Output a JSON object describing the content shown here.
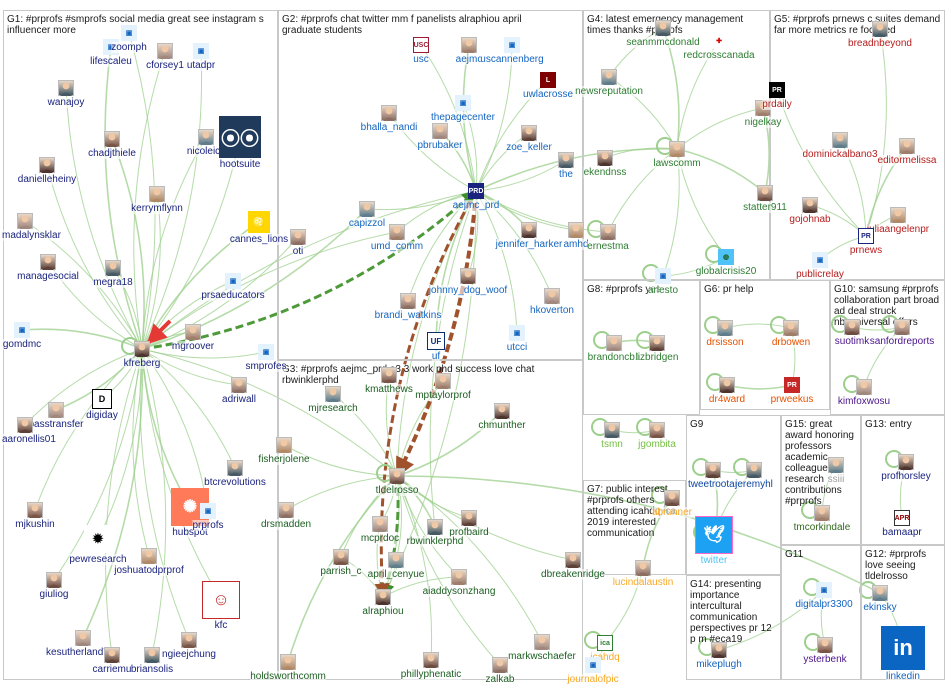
{
  "groups": [
    {
      "id": "G1",
      "title": "G1: #prprofs #smprofs social media great see instagram s influencer more"
    },
    {
      "id": "G2",
      "title": "G2: #prprofs chat twitter mm f panelists alraphiou april graduate students"
    },
    {
      "id": "G3",
      "title": "G3: #prprofs aejmc_prd a3 3 work phd success love chat rbwinklerphd"
    },
    {
      "id": "G4",
      "title": "G4: latest emergency management times thanks #prprofs"
    },
    {
      "id": "G5",
      "title": "G5: #prprofs prnews c suites demand far more metrics re focused"
    },
    {
      "id": "G6",
      "title": "G6: pr help"
    },
    {
      "id": "G7",
      "title": "G7: public interest #prprofs others attending icahdq ica 2019 interested communication"
    },
    {
      "id": "G8",
      "title": "G8: #prprofs yes"
    },
    {
      "id": "G9",
      "title": "G9"
    },
    {
      "id": "G10",
      "title": "G10: samsung #prprofs collaboration part broad ad deal struck nbcuniversal offers"
    },
    {
      "id": "G11",
      "title": "G11"
    },
    {
      "id": "G12",
      "title": "G12: #prprofs love seeing tldelrosso"
    },
    {
      "id": "G13",
      "title": "G13: entry"
    },
    {
      "id": "G14",
      "title": "G14: presenting importance intercultural communication perspectives pr 12 p m #eca19"
    },
    {
      "id": "G15",
      "title": "G15: great award honoring professors academic colleagues research contributions #prprofs"
    }
  ],
  "nodes": [
    {
      "label": "lifescaleu",
      "color": "#1a237e",
      "icon": "logo-icon"
    },
    {
      "label": "zoomph",
      "color": "#1a237e",
      "icon": "logo-icon"
    },
    {
      "label": "cforsey1",
      "color": "#1a237e",
      "icon": "avatar-icon"
    },
    {
      "label": "utadpr",
      "color": "#1a237e",
      "icon": "logo-icon"
    },
    {
      "label": "wanajoy",
      "color": "#1a237e",
      "icon": "avatar-icon"
    },
    {
      "label": "chadjthiele",
      "color": "#1a237e",
      "icon": "avatar-icon"
    },
    {
      "label": "nicoleicc",
      "color": "#1a237e",
      "icon": "avatar-icon"
    },
    {
      "label": "hootsuite",
      "color": "#1a237e",
      "icon": "owl-logo-icon"
    },
    {
      "label": "danielleheiny",
      "color": "#1a237e",
      "icon": "avatar-icon"
    },
    {
      "label": "kerrymflynn",
      "color": "#1a237e",
      "icon": "avatar-icon"
    },
    {
      "label": "cannes_lions",
      "color": "#1a237e",
      "icon": "lion-logo-icon"
    },
    {
      "label": "oti",
      "color": "#1a237e",
      "icon": "avatar-icon"
    },
    {
      "label": "madalynsklar",
      "color": "#1a237e",
      "icon": "avatar-icon"
    },
    {
      "label": "managesocial",
      "color": "#1a237e",
      "icon": "avatar-icon"
    },
    {
      "label": "megra18",
      "color": "#1a237e",
      "icon": "avatar-icon"
    },
    {
      "label": "prsaeducators",
      "color": "#1a237e",
      "icon": "logo-icon"
    },
    {
      "label": "gomdmc",
      "color": "#1a237e",
      "icon": "logo-icon"
    },
    {
      "label": "mgroover",
      "color": "#1a237e",
      "icon": "avatar-icon"
    },
    {
      "label": "kfreberg",
      "color": "#1a237e",
      "icon": "avatar-icon"
    },
    {
      "label": "smprofes",
      "color": "#1a237e",
      "icon": "logo-icon"
    },
    {
      "label": "digiday",
      "color": "#1a237e",
      "icon": "d-logo-icon"
    },
    {
      "label": "adriwall",
      "color": "#1a237e",
      "icon": "avatar-icon"
    },
    {
      "label": "basstransfer",
      "color": "#1a237e",
      "icon": "avatar-icon"
    },
    {
      "label": "aaronellis01",
      "color": "#1a237e",
      "icon": "avatar-icon"
    },
    {
      "label": "btcrevolutions",
      "color": "#1a237e",
      "icon": "avatar-icon"
    },
    {
      "label": "mjkushin",
      "color": "#1a237e",
      "icon": "avatar-icon"
    },
    {
      "label": "pewresearch",
      "color": "#1a237e",
      "icon": "pew-logo-icon"
    },
    {
      "label": "hubspot",
      "color": "#1a237e",
      "icon": "hubspot-logo-icon"
    },
    {
      "label": "prprofs",
      "color": "#1a237e",
      "icon": "logo-icon"
    },
    {
      "label": "joshuatodprprof",
      "color": "#1a237e",
      "icon": "avatar-icon"
    },
    {
      "label": "giuliog",
      "color": "#1a237e",
      "icon": "avatar-icon"
    },
    {
      "label": "kfc",
      "color": "#1a237e",
      "icon": "kfc-logo-icon"
    },
    {
      "label": "kesutherland777",
      "color": "#1a237e",
      "icon": "avatar-icon"
    },
    {
      "label": "carriemu",
      "color": "#1a237e",
      "icon": "avatar-icon"
    },
    {
      "label": "briansolis",
      "color": "#1a237e",
      "icon": "avatar-icon"
    },
    {
      "label": "ngieejchung",
      "color": "#1a237e",
      "icon": "avatar-icon"
    },
    {
      "label": "usc",
      "color": "#1565c0",
      "icon": "usc-logo-icon"
    },
    {
      "label": "aejmc",
      "color": "#1565c0",
      "icon": "avatar-icon"
    },
    {
      "label": "uscannenberg",
      "color": "#1565c0",
      "icon": "logo-icon"
    },
    {
      "label": "uwlacrosse",
      "color": "#1565c0",
      "icon": "l-logo-icon"
    },
    {
      "label": "thepagecenter",
      "color": "#1565c0",
      "icon": "logo-icon"
    },
    {
      "label": "bhalla_nandi",
      "color": "#1565c0",
      "icon": "avatar-icon"
    },
    {
      "label": "pbrubaker",
      "color": "#1565c0",
      "icon": "avatar-icon"
    },
    {
      "label": "zoe_keller",
      "color": "#1565c0",
      "icon": "avatar-icon"
    },
    {
      "label": "the",
      "color": "#1565c0",
      "icon": "avatar-icon"
    },
    {
      "label": "aejmc_prd",
      "color": "#1565c0",
      "icon": "prd-logo-icon"
    },
    {
      "label": "capizzol",
      "color": "#1565c0",
      "icon": "avatar-icon"
    },
    {
      "label": "umd_comm",
      "color": "#1565c0",
      "icon": "avatar-icon"
    },
    {
      "label": "jennifer_harker",
      "color": "#1565c0",
      "icon": "avatar-icon"
    },
    {
      "label": "amhd",
      "color": "#1565c0",
      "icon": "avatar-icon"
    },
    {
      "label": "johnny_dog_woof",
      "color": "#1565c0",
      "icon": "avatar-icon"
    },
    {
      "label": "brandi_watkins",
      "color": "#1565c0",
      "icon": "avatar-icon"
    },
    {
      "label": "hkoverton",
      "color": "#1565c0",
      "icon": "avatar-icon"
    },
    {
      "label": "uf",
      "color": "#1565c0",
      "icon": "uf-logo-icon"
    },
    {
      "label": "utcci",
      "color": "#1565c0",
      "icon": "logo-icon"
    },
    {
      "label": "kmatthews",
      "color": "#1b5e20",
      "icon": "avatar-icon"
    },
    {
      "label": "mjresearch",
      "color": "#1b5e20",
      "icon": "avatar-icon"
    },
    {
      "label": "mptaylorprof",
      "color": "#1b5e20",
      "icon": "avatar-icon"
    },
    {
      "label": "chmunther",
      "color": "#1b5e20",
      "icon": "avatar-icon"
    },
    {
      "label": "fisherjolene",
      "color": "#1b5e20",
      "icon": "avatar-icon"
    },
    {
      "label": "tldelrosso",
      "color": "#1b5e20",
      "icon": "avatar-icon"
    },
    {
      "label": "drsmadden",
      "color": "#1b5e20",
      "icon": "avatar-icon"
    },
    {
      "label": "mcprdoc",
      "color": "#1b5e20",
      "icon": "avatar-icon"
    },
    {
      "label": "profbaird",
      "color": "#1b5e20",
      "icon": "avatar-icon"
    },
    {
      "label": "rbwinklerphd",
      "color": "#1b5e20",
      "icon": "avatar-icon"
    },
    {
      "label": "parrish_c",
      "color": "#1b5e20",
      "icon": "avatar-icon"
    },
    {
      "label": "april_cenyue",
      "color": "#1b5e20",
      "icon": "avatar-icon"
    },
    {
      "label": "aiaddysonzhang",
      "color": "#1b5e20",
      "icon": "avatar-icon"
    },
    {
      "label": "alraphiou",
      "color": "#1b5e20",
      "icon": "avatar-icon"
    },
    {
      "label": "holdsworthcomm",
      "color": "#1b5e20",
      "icon": "avatar-icon"
    },
    {
      "label": "phillyphenatic",
      "color": "#1b5e20",
      "icon": "avatar-icon"
    },
    {
      "label": "zalkab",
      "color": "#1b5e20",
      "icon": "avatar-icon"
    },
    {
      "label": "markwschaefer",
      "color": "#1b5e20",
      "icon": "avatar-icon"
    },
    {
      "label": "dbreakenridge",
      "color": "#1b5e20",
      "icon": "avatar-icon"
    },
    {
      "label": "seanmmcdonald",
      "color": "#2e7d32",
      "icon": "avatar-icon"
    },
    {
      "label": "redcrosscanada",
      "color": "#2e7d32",
      "icon": "redcross-icon"
    },
    {
      "label": "newsreputation",
      "color": "#2e7d32",
      "icon": "avatar-icon"
    },
    {
      "label": "nigelkay",
      "color": "#2e7d32",
      "icon": "avatar-icon"
    },
    {
      "label": "ekendnss",
      "color": "#2e7d32",
      "icon": "avatar-icon"
    },
    {
      "label": "lawscomm",
      "color": "#2e7d32",
      "icon": "avatar-icon"
    },
    {
      "label": "statter911",
      "color": "#2e7d32",
      "icon": "avatar-icon"
    },
    {
      "label": "ernestma",
      "color": "#2e7d32",
      "icon": "avatar-icon"
    },
    {
      "label": "arlesto",
      "color": "#2e7d32",
      "icon": "logo-icon"
    },
    {
      "label": "globalcrisis20",
      "color": "#2e7d32",
      "icon": "globe-icon"
    },
    {
      "label": "breadnbeyond",
      "color": "#b71c1c",
      "icon": "avatar-icon"
    },
    {
      "label": "prdaily",
      "color": "#b71c1c",
      "icon": "prdaily-logo-icon"
    },
    {
      "label": "dominickalbano3",
      "color": "#b71c1c",
      "icon": "avatar-icon"
    },
    {
      "label": "editormelissa",
      "color": "#b71c1c",
      "icon": "avatar-icon"
    },
    {
      "label": "gojohnab",
      "color": "#b71c1c",
      "icon": "avatar-icon"
    },
    {
      "label": "juliaangelenpr",
      "color": "#b71c1c",
      "icon": "avatar-icon"
    },
    {
      "label": "prnews",
      "color": "#b71c1c",
      "icon": "prnews-logo-icon"
    },
    {
      "label": "publicrelay",
      "color": "#b71c1c",
      "icon": "logo-icon"
    },
    {
      "label": "brandoncb1",
      "color": "#2e7d32",
      "icon": "avatar-icon"
    },
    {
      "label": "lizbridgen",
      "color": "#2e7d32",
      "icon": "avatar-icon"
    },
    {
      "label": "tsmn",
      "color": "#76c043",
      "icon": "avatar-icon"
    },
    {
      "label": "jgombita",
      "color": "#76c043",
      "icon": "avatar-icon"
    },
    {
      "label": "drsisson",
      "color": "#e65100",
      "icon": "avatar-icon"
    },
    {
      "label": "drbowen",
      "color": "#e65100",
      "icon": "avatar-icon"
    },
    {
      "label": "dr4ward",
      "color": "#e65100",
      "icon": "avatar-icon"
    },
    {
      "label": "prweekus",
      "color": "#e65100",
      "icon": "prweek-logo-icon"
    },
    {
      "label": "suotimk",
      "color": "#4a148c",
      "icon": "avatar-icon"
    },
    {
      "label": "sanfordreports",
      "color": "#4a148c",
      "icon": "avatar-icon"
    },
    {
      "label": "kimfoxwosu",
      "color": "#4a148c",
      "icon": "avatar-icon"
    },
    {
      "label": "tweetrootar",
      "color": "#0d47a1",
      "icon": "avatar-icon"
    },
    {
      "label": "jeremyhl",
      "color": "#0d47a1",
      "icon": "avatar-icon"
    },
    {
      "label": "twitter",
      "color": "#4fc3f7",
      "icon": "twitter-logo-icon"
    },
    {
      "label": "ssiii",
      "color": "#9e9e9e",
      "icon": "avatar-icon"
    },
    {
      "label": "tmcorkindale",
      "color": "#33691e",
      "icon": "avatar-icon"
    },
    {
      "label": "profhorsley",
      "color": "#1a237e",
      "icon": "avatar-icon"
    },
    {
      "label": "bamaapr",
      "color": "#1a237e",
      "icon": "apr-logo-icon"
    },
    {
      "label": "abrunner",
      "color": "#f9a825",
      "icon": "avatar-icon"
    },
    {
      "label": "lucindalaustin",
      "color": "#f9a825",
      "icon": "avatar-icon"
    },
    {
      "label": "icahdq",
      "color": "#f9a825",
      "icon": "ica-logo-icon"
    },
    {
      "label": "journalofpic",
      "color": "#f9a825",
      "icon": "logo-icon"
    },
    {
      "label": "digitalpr3300",
      "color": "#1565c0",
      "icon": "logo-icon"
    },
    {
      "label": "ysterbenk",
      "color": "#4a148c",
      "icon": "avatar-icon"
    },
    {
      "label": "ekinsky",
      "color": "#1565c0",
      "icon": "avatar-icon"
    },
    {
      "label": "linkedin",
      "color": "#1565c0",
      "icon": "linkedin-logo-icon"
    },
    {
      "label": "mikeplugh",
      "color": "#1565c0",
      "icon": "avatar-icon"
    }
  ],
  "linkedin_glyph": "in"
}
